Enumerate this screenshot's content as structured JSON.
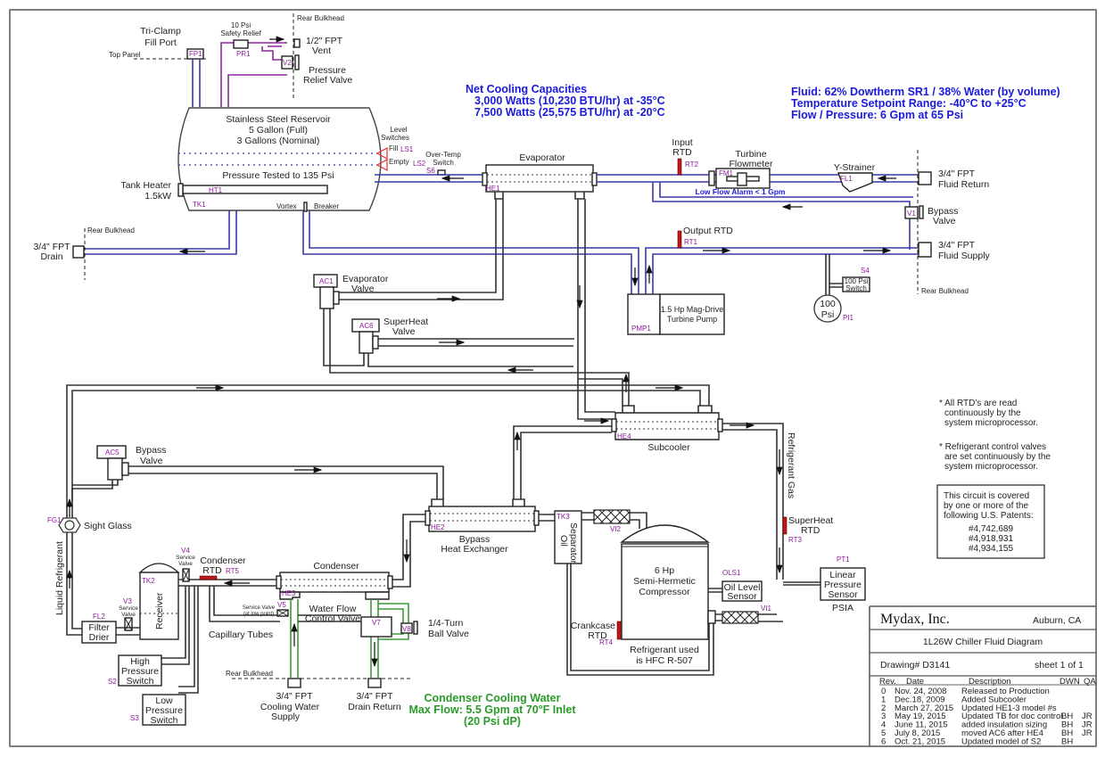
{
  "net_cooling": {
    "title": "Net Cooling Capacities",
    "line1": "3,000 Watts (10,230 BTU/hr) at -35°C",
    "line2": "7,500 Watts (25,575 BTU/hr) at -20°C"
  },
  "fluid_spec": {
    "line1": "Fluid:  62% Dowtherm SR1 / 38% Water (by volume)",
    "line2": "Temperature Setpoint Range:  -40°C to +25°C",
    "line3": "Flow / Pressure:  6 Gpm at 65 Psi"
  },
  "condenser_water": {
    "line1": "Condenser Cooling Water",
    "line2": "Max Flow: 5.5 Gpm at 70°F Inlet",
    "line3": "(20 Psi dP)"
  },
  "labels": {
    "tri_clamp_1": "Tri-Clamp",
    "tri_clamp_2": "Fill Port",
    "top_panel": "Top Panel",
    "safety_1": "10 Psi",
    "safety_2": "Safety Relief",
    "rear_bulkhead": "Rear Bulkhead",
    "vent_1": "1/2\" FPT",
    "vent_2": "Vent",
    "prv_1": "Pressure",
    "prv_2": "Relief Valve",
    "res_1": "Stainless Steel Reservoir",
    "res_2": "5 Gallon (Full)",
    "res_3": "3 Gallons (Nominal)",
    "res_4": "Pressure Tested to 135 Psi",
    "level_1": "Level",
    "level_2": "Switches",
    "fill": "Fill",
    "empty": "Empty",
    "overtemp_1": "Over-Temp",
    "overtemp_2": "Switch",
    "tank_heater_1": "Tank Heater",
    "tank_heater_2": "1.5kW",
    "vortex": "Vortex",
    "breaker": "Breaker",
    "drain_1": "3/4\" FPT",
    "drain_2": "Drain",
    "evaporator": "Evaporator",
    "input_rtd_1": "Input",
    "input_rtd_2": "RTD",
    "turbine_1": "Turbine",
    "turbine_2": "Flowmeter",
    "low_flow": "Low Flow Alarm < 1 Gpm",
    "ystrainer": "Y-Strainer",
    "return_1": "3/4\" FPT",
    "return_2": "Fluid Return",
    "bypass_1": "Bypass",
    "bypass_2": "Valve",
    "output_rtd": "Output RTD",
    "supply_1": "3/4\" FPT",
    "supply_2": "Fluid Supply",
    "psi_switch_1": "100 Psi",
    "psi_switch_2": "Switch",
    "gauge_1": "100",
    "gauge_2": "Psi",
    "pump_1": "1.5 Hp Mag-Drive",
    "pump_2": "Turbine Pump",
    "evap_valve_1": "Evaporator",
    "evap_valve_2": "Valve",
    "sh_valve_1": "SuperHeat",
    "sh_valve_2": "Valve",
    "subcooler": "Subcooler",
    "refrigerant_gas": "Refrigerant Gas",
    "byp_valve_1": "Bypass",
    "byp_valve_2": "Valve",
    "sight_glass": "Sight Glass",
    "liquid_refrigerant": "Liquid Refrigerant",
    "bhx_1": "Bypass",
    "bhx_2": "Heat Exchanger",
    "oil_sep_1": "Oil",
    "oil_sep_2": "Separator",
    "sh_rtd_1": "SuperHeat",
    "sh_rtd_2": "RTD",
    "comp_1": "6 Hp",
    "comp_2": "Semi-Hermetic",
    "comp_3": "Compressor",
    "oil_level_1": "Oil Level",
    "oil_level_2": "Sensor",
    "lps_1": "Linear",
    "lps_2": "Pressure",
    "lps_3": "Sensor",
    "psia": "PSIA",
    "crank_1": "Crankcase",
    "crank_2": "RTD",
    "refrig_1": "Refrigerant used",
    "refrig_2": "is HFC R-507",
    "condenser": "Condenser",
    "cond_rtd_1": "Condenser",
    "cond_rtd_2": "RTD",
    "service_1": "Service",
    "service_2": "Valve",
    "receiver": "Receiver",
    "filter_1": "Filter",
    "filter_2": "Drier",
    "hps_1": "High",
    "hps_2": "Pressure",
    "hps_3": "Switch",
    "lpsw_1": "Low",
    "lpsw_2": "Pressure",
    "lpsw_3": "Switch",
    "sv_low_1": "Service Valve",
    "sv_low_2": "(at low point)",
    "wfcv_1": "Water Flow",
    "wfcv_2": "Control Valve",
    "capillary": "Capillary Tubes",
    "ball_1": "1/4-Turn",
    "ball_2": "Ball Valve",
    "cws_1": "3/4\" FPT",
    "cws_2": "Cooling Water",
    "cws_3": "Supply",
    "dr_1": "3/4\" FPT",
    "dr_2": "Drain Return"
  },
  "tags": {
    "FP1": "FP1",
    "PR1": "PR1",
    "V2": "V2",
    "LS1": "LS1",
    "LS2": "LS2",
    "S6": "S6",
    "HT1": "HT1",
    "TK1": "TK1",
    "HE1": "HE1",
    "RT2": "RT2",
    "FM1": "FM1",
    "FL1": "FL1",
    "V1": "V1",
    "RT1": "RT1",
    "S4": "S4",
    "PI1": "PI1",
    "PMP1": "PMP1",
    "AC1": "AC1",
    "AC6": "AC6",
    "HE4": "HE4",
    "AC5": "AC5",
    "FG1": "FG1",
    "HE2": "HE2",
    "TK3": "TK3",
    "VI2": "VI2",
    "RT3": "RT3",
    "OLS1": "OLS1",
    "PT1": "PT1",
    "VI1": "VI1",
    "RT4": "RT4",
    "HE3": "HE3",
    "RT5": "RT5",
    "V4": "V4",
    "TK2": "TK2",
    "V3": "V3",
    "FL2": "FL2",
    "S2": "S2",
    "S3": "S3",
    "V5": "V5",
    "V7": "V7",
    "V8": "V8"
  },
  "notes": {
    "n1_1": "* All RTD's are read",
    "n1_2": "continuously by the",
    "n1_3": "system microprocessor.",
    "n2_1": "* Refrigerant control valves",
    "n2_2": "are set continuously by the",
    "n2_3": "system microprocessor.",
    "patent_1": "This circuit is covered",
    "patent_2": "by one or more of the",
    "patent_3": "following U.S. Patents:",
    "patents": [
      "#4,742,689",
      "#4,918,931",
      "#4,934,155"
    ]
  },
  "title_block": {
    "company": "Mydax, Inc.",
    "location": "Auburn, CA",
    "title": "1L26W Chiller Fluid Diagram",
    "drawing": "Drawing# D3141",
    "sheet": "sheet 1 of 1",
    "headers": {
      "rev": "Rev.",
      "date": "Date",
      "desc": "Description",
      "dwn": "DWN",
      "qa": "QA"
    },
    "revisions": [
      {
        "rev": "0",
        "date": "Nov. 24, 2008",
        "desc": "Released to Production",
        "dwn": "",
        "qa": ""
      },
      {
        "rev": "1",
        "date": "Dec.18, 2009",
        "desc": "Added Subcooler",
        "dwn": "",
        "qa": ""
      },
      {
        "rev": "2",
        "date": "March 27, 2015",
        "desc": "Updated HE1-3 model #s",
        "dwn": "",
        "qa": ""
      },
      {
        "rev": "3",
        "date": "May 19, 2015",
        "desc": "Updated TB for doc control",
        "dwn": "BH",
        "qa": "JR"
      },
      {
        "rev": "4",
        "date": "June 11, 2015",
        "desc": "added insulation sizing",
        "dwn": "BH",
        "qa": "JR"
      },
      {
        "rev": "5",
        "date": "July 8, 2015",
        "desc": "moved AC6 after HE4",
        "dwn": "BH",
        "qa": "JR"
      },
      {
        "rev": "6",
        "date": "Oct. 21, 2015",
        "desc": "Updated model of S2",
        "dwn": "BH",
        "qa": ""
      }
    ]
  }
}
